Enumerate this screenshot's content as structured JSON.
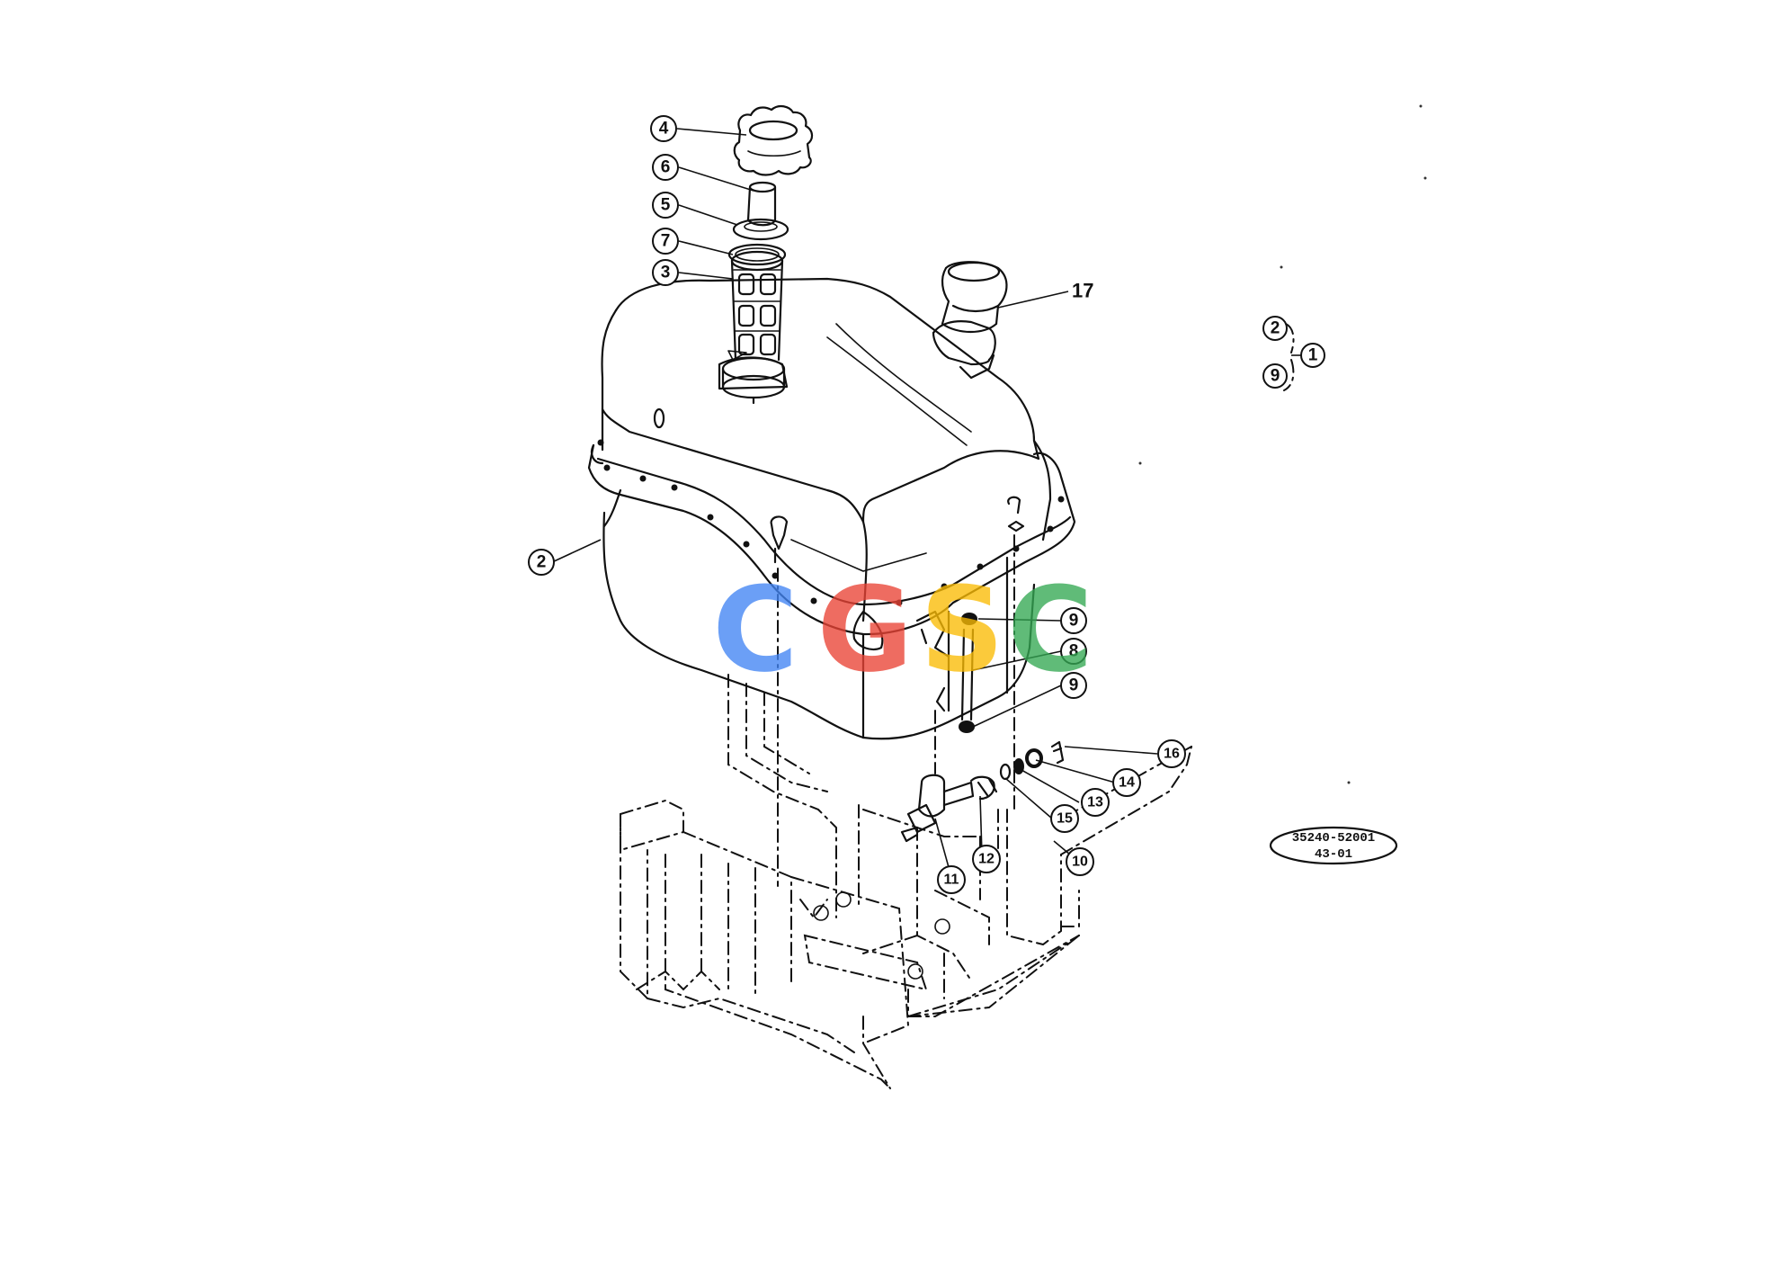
{
  "diagram": {
    "callouts": [
      {
        "id": "c4",
        "label": "4"
      },
      {
        "id": "c6",
        "label": "6"
      },
      {
        "id": "c5",
        "label": "5"
      },
      {
        "id": "c7",
        "label": "7"
      },
      {
        "id": "c3",
        "label": "3"
      },
      {
        "id": "c2",
        "label": "2"
      },
      {
        "id": "c9a",
        "label": "9"
      },
      {
        "id": "c8",
        "label": "8"
      },
      {
        "id": "c9b",
        "label": "9"
      },
      {
        "id": "c16",
        "label": "16"
      },
      {
        "id": "c14",
        "label": "14"
      },
      {
        "id": "c13",
        "label": "13"
      },
      {
        "id": "c15",
        "label": "15"
      },
      {
        "id": "c12",
        "label": "12"
      },
      {
        "id": "c11",
        "label": "11"
      },
      {
        "id": "c10",
        "label": "10"
      }
    ],
    "part_17_label": "17",
    "assembly_legend": {
      "top": "2",
      "bottom": "9",
      "assembly": "1"
    },
    "part_number": {
      "line1": "35240-52001",
      "line2": "43-01"
    }
  },
  "watermark": {
    "letters": [
      "C",
      "G",
      "S",
      "C"
    ],
    "colors": [
      "#4285F4",
      "#EA4335",
      "#FBBC05",
      "#34A853"
    ]
  }
}
